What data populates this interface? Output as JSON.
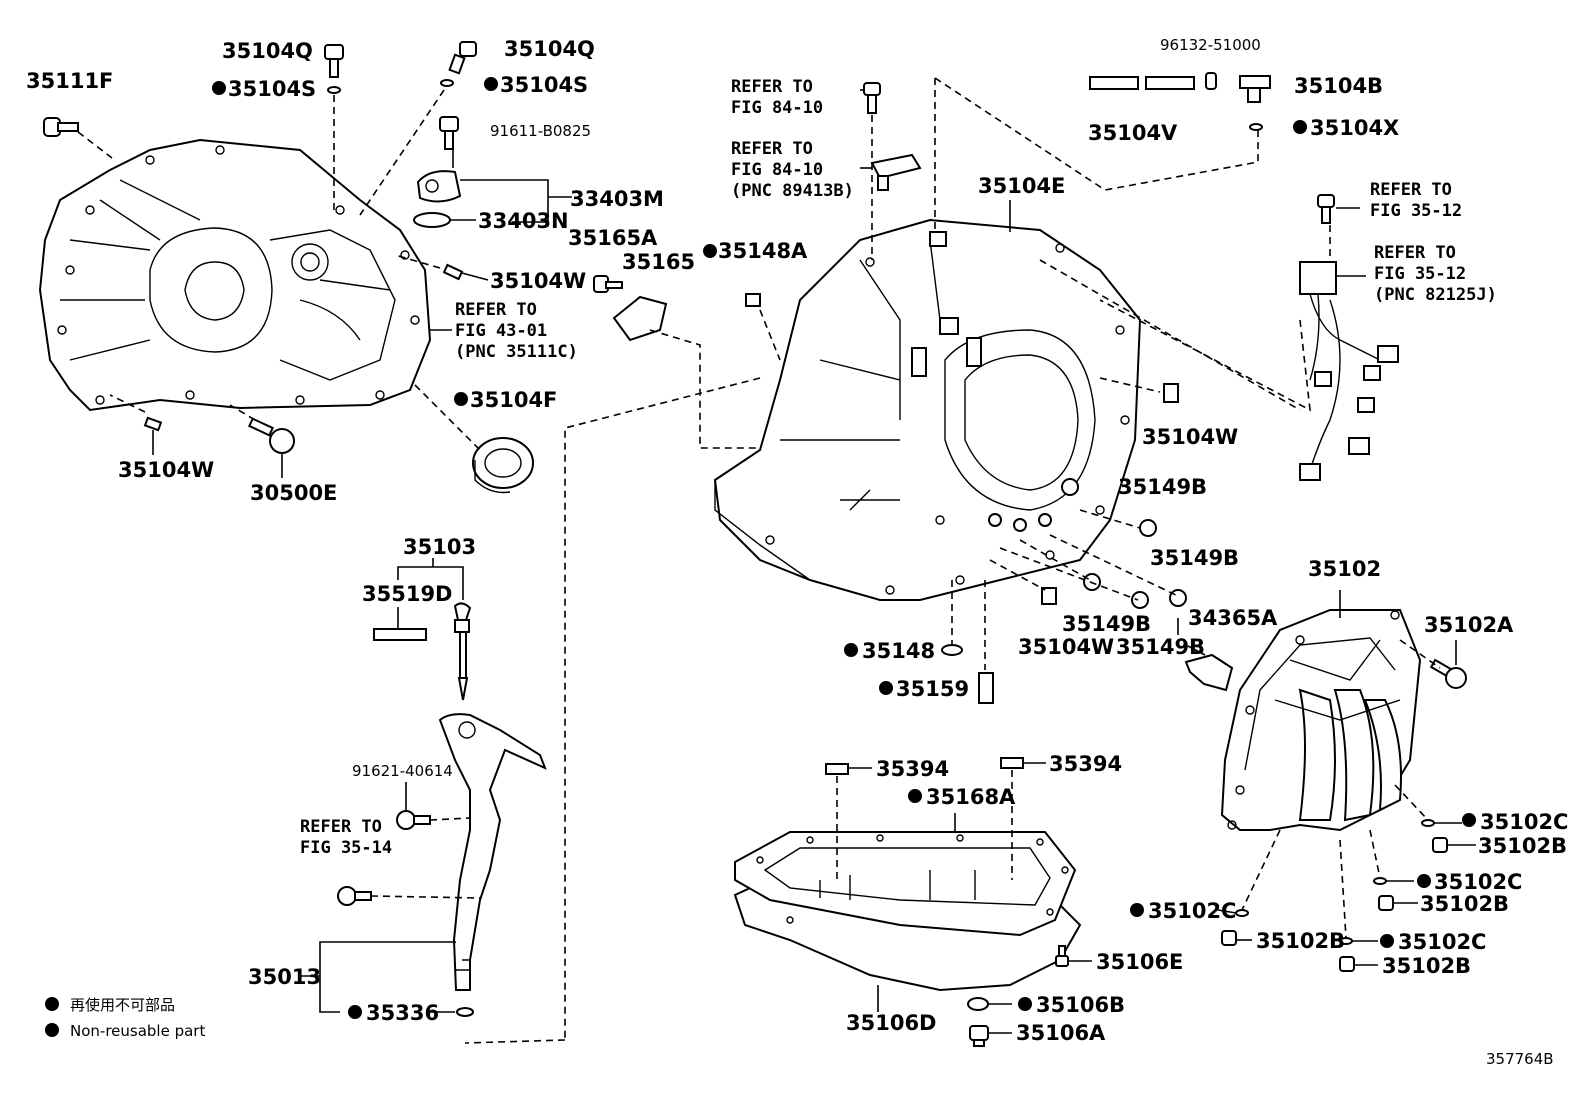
{
  "labels": {
    "p35111F": "35111F",
    "p35104Q_a": "35104Q",
    "p35104S_a": "35104S",
    "p35104Q_b": "35104Q",
    "p35104S_b": "35104S",
    "p91611": "91611-B0825",
    "p33403M": "33403M",
    "p33403N": "33403N",
    "p35104W_a": "35104W",
    "p35104W_b": "35104W",
    "p30500E": "30500E",
    "p35104F": "35104F",
    "p35165A": "35165A",
    "p35165": "35165",
    "p35148A": "35148A",
    "p96132": "96132-51000",
    "p35104B": "35104B",
    "p35104V": "35104V",
    "p35104X": "35104X",
    "p35104E": "35104E",
    "p35104W_c": "35104W",
    "p35149B_a": "35149B",
    "p35149B_b": "35149B",
    "p35149B_c": "35149B",
    "p35149B_d": "35149B",
    "p35104W_d": "35104W",
    "p35148": "35148",
    "p35159": "35159",
    "p35103": "35103",
    "p35519D": "35519D",
    "p91621": "91621-40614",
    "p35013": "35013",
    "p35336": "35336",
    "p35394_a": "35394",
    "p35394_b": "35394",
    "p35168A": "35168A",
    "p35106E": "35106E",
    "p35106B": "35106B",
    "p35106A": "35106A",
    "p35106D": "35106D",
    "p35102": "35102",
    "p34365A": "34365A",
    "p35102A": "35102A",
    "p35102C_a": "35102C",
    "p35102B_a": "35102B",
    "p35102C_b": "35102C",
    "p35102B_b": "35102B",
    "p35102C_c": "35102C",
    "p35102B_c": "35102B",
    "p35102C_d": "35102C",
    "p35102B_d": "35102B"
  },
  "refs": {
    "r1_l1": "REFER TO",
    "r1_l2": "FIG 43-01",
    "r1_l3": "(PNC 35111C)",
    "r2_l1": "REFER TO",
    "r2_l2": "FIG 84-10",
    "r3_l1": "REFER TO",
    "r3_l2": "FIG 84-10",
    "r3_l3": "(PNC 89413B)",
    "r4_l1": "REFER TO",
    "r4_l2": "FIG 35-12",
    "r5_l1": "REFER TO",
    "r5_l2": "FIG 35-12",
    "r5_l3": "(PNC 82125J)",
    "r6_l1": "REFER TO",
    "r6_l2": "FIG 35-14"
  },
  "legend": {
    "jp": "再使用不可部品",
    "en": "Non-reusable part"
  },
  "figure_code": "357764B"
}
